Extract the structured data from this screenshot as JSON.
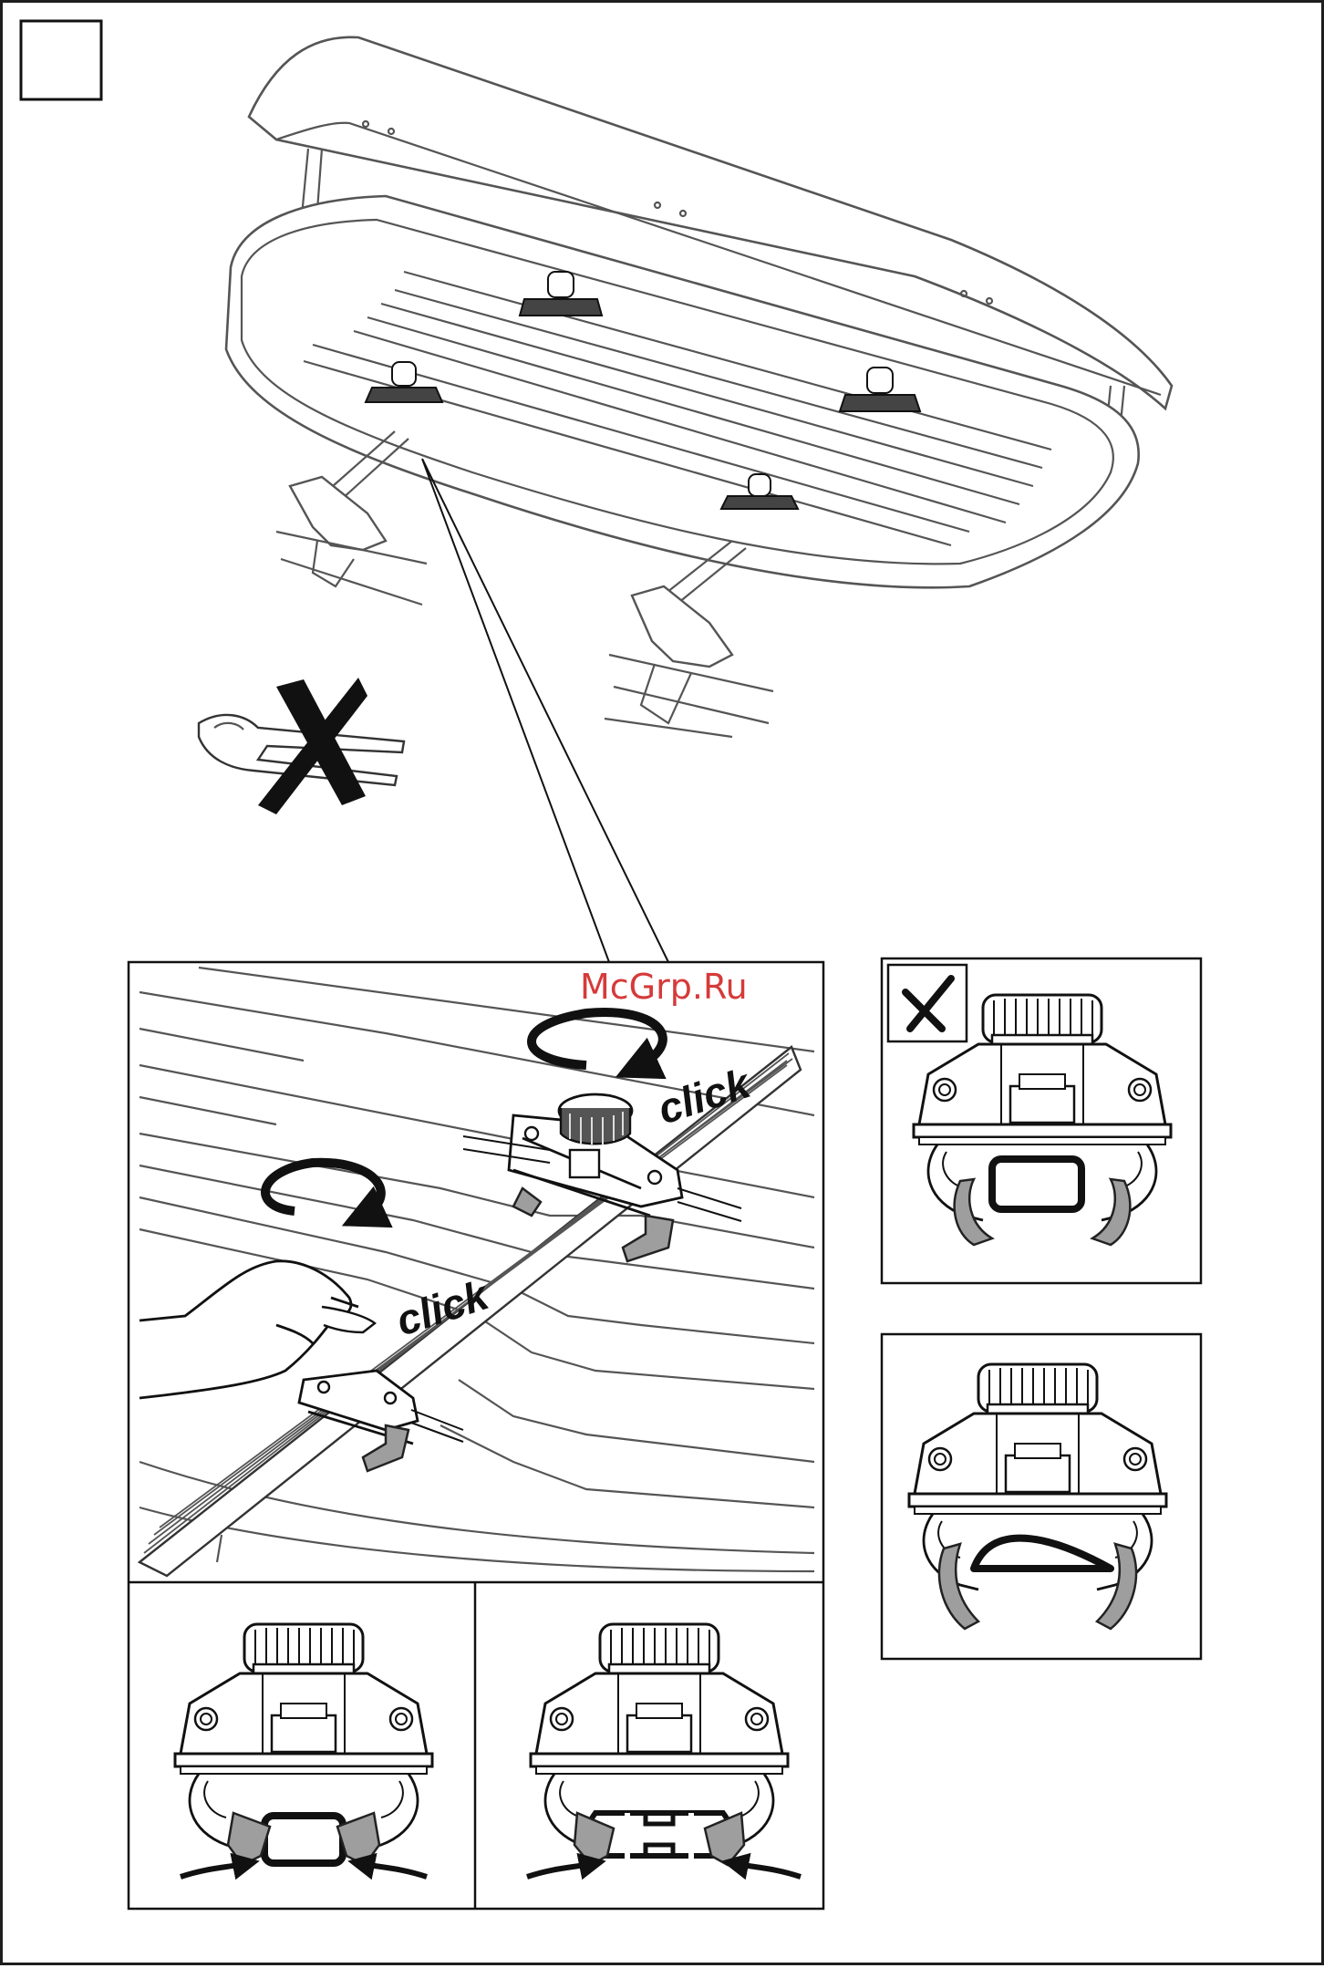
{
  "step_box": {
    "number": ""
  },
  "labels": {
    "click_upper": "click",
    "click_lower": "click",
    "watermark": "McGrp.Ru"
  },
  "icons": {
    "wrong_marker": "x-mark-icon",
    "no_tools": "crossed-out-pliers-icon",
    "rotate": "rotate-clockwise-arrow-icon",
    "squeeze": "curved-arrow-icon"
  },
  "colors": {
    "ink": "#111111",
    "line": "#555555",
    "grey_fill": "#9e9e9e",
    "watermark": "#d63a3a"
  }
}
